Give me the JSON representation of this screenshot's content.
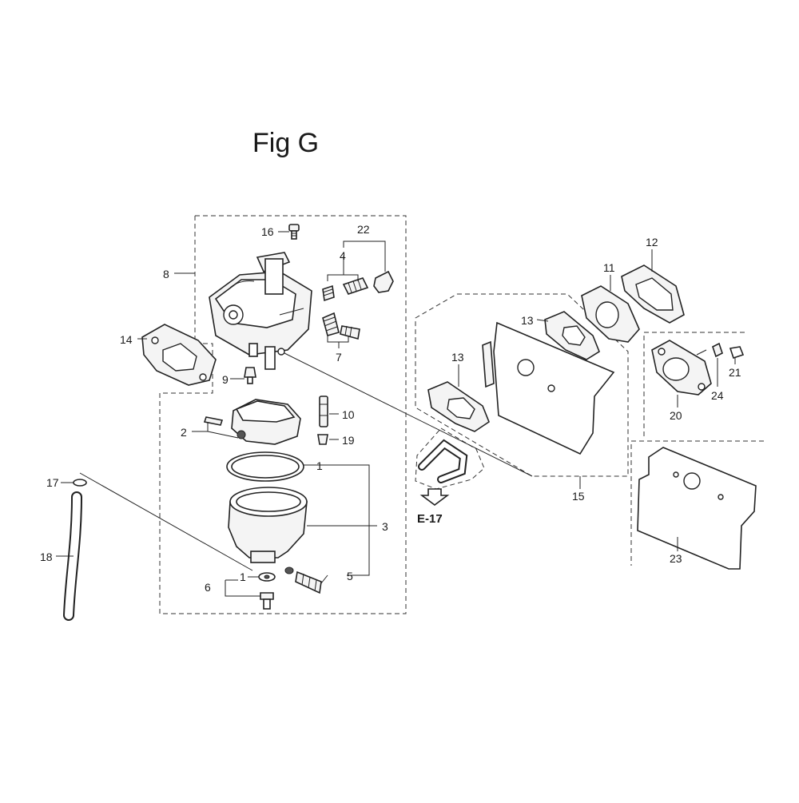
{
  "title": "Fig G",
  "reference": {
    "label": "E-17"
  },
  "callouts": [
    {
      "id": "c16",
      "text": "16"
    },
    {
      "id": "c22",
      "text": "22"
    },
    {
      "id": "c4",
      "text": "4"
    },
    {
      "id": "c8",
      "text": "8"
    },
    {
      "id": "c14",
      "text": "14"
    },
    {
      "id": "c7",
      "text": "7"
    },
    {
      "id": "c9",
      "text": "9"
    },
    {
      "id": "c10",
      "text": "10"
    },
    {
      "id": "c2",
      "text": "2"
    },
    {
      "id": "c19",
      "text": "19"
    },
    {
      "id": "c1a",
      "text": "1"
    },
    {
      "id": "c3",
      "text": "3"
    },
    {
      "id": "c17",
      "text": "17"
    },
    {
      "id": "c18",
      "text": "18"
    },
    {
      "id": "c5",
      "text": "5"
    },
    {
      "id": "c6",
      "text": "6"
    },
    {
      "id": "c1b",
      "text": "1"
    },
    {
      "id": "c12",
      "text": "12"
    },
    {
      "id": "c11",
      "text": "11"
    },
    {
      "id": "c13a",
      "text": "13"
    },
    {
      "id": "c13b",
      "text": "13"
    },
    {
      "id": "c15",
      "text": "15"
    },
    {
      "id": "c20",
      "text": "20"
    },
    {
      "id": "c24",
      "text": "24"
    },
    {
      "id": "c21",
      "text": "21"
    },
    {
      "id": "c23",
      "text": "23"
    }
  ]
}
